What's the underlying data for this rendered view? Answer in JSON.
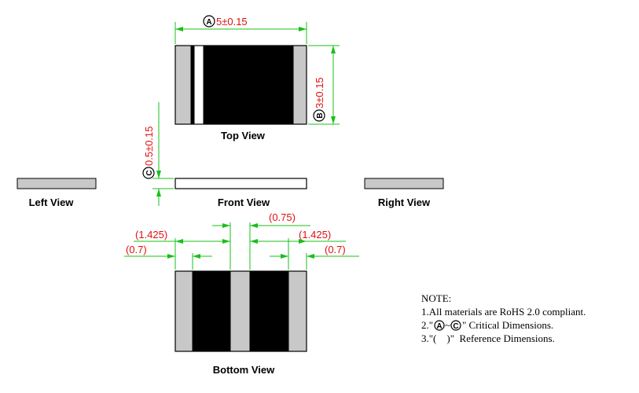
{
  "dimensions": {
    "a_marker": "A",
    "a_value": "5±0.15",
    "b_marker": "B",
    "b_value": "3±0.15",
    "c_marker": "C",
    "c_value": "0.5±0.15",
    "ref_outer_pad_left": "(1.425)",
    "ref_outer_pad_right": "(1.425)",
    "ref_inner_pad_left": "(0.7)",
    "ref_inner_pad_right": "(0.7)",
    "ref_center_gap": "(0.75)"
  },
  "views": {
    "top": "Top View",
    "front": "Front View",
    "left": "Left View",
    "right": "Right View",
    "bottom": "Bottom View"
  },
  "notes": {
    "title": "NOTE:",
    "line1": "1.All materials are RoHS 2.0 compliant.",
    "line2_prefix": "2.\"",
    "line2_tilde": "~",
    "line2_suffix": "\" Critical Dimensions.",
    "line3": "3.\"(    )\"  Reference Dimensions."
  },
  "colors": {
    "dimension_line": "#18c018",
    "dimension_text": "#e01010",
    "terminal": "#c8c8c8",
    "body": "#000000"
  }
}
